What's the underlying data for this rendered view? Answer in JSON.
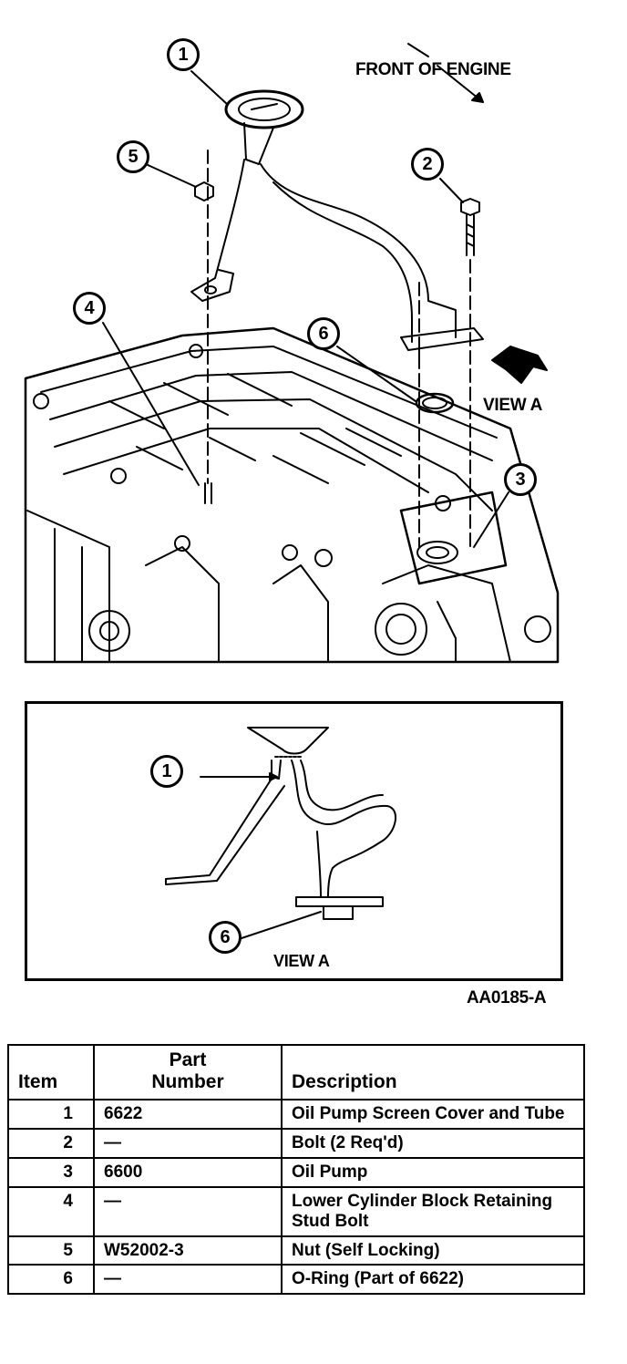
{
  "figure": {
    "front_label": "FRONT OF ENGINE",
    "view_label": "VIEW A",
    "callouts": [
      "1",
      "2",
      "3",
      "4",
      "5",
      "6"
    ]
  },
  "inset": {
    "view_label": "VIEW A",
    "callouts": [
      "1",
      "6"
    ]
  },
  "figure_id": "AA0185-A",
  "table": {
    "headers": {
      "item": "Item",
      "part_line1": "Part",
      "part_line2": "Number",
      "description": "Description"
    },
    "rows": [
      {
        "item": "1",
        "part": "6622",
        "description": "Oil Pump Screen Cover and Tube"
      },
      {
        "item": "2",
        "part": "—",
        "description": "Bolt (2 Req'd)"
      },
      {
        "item": "3",
        "part": "6600",
        "description": "Oil Pump"
      },
      {
        "item": "4",
        "part": "—",
        "description": "Lower Cylinder Block Retaining Stud Bolt"
      },
      {
        "item": "5",
        "part": "W52002-3",
        "description": "Nut (Self Locking)"
      },
      {
        "item": "6",
        "part": "—",
        "description": "O-Ring (Part of 6622)"
      }
    ]
  }
}
